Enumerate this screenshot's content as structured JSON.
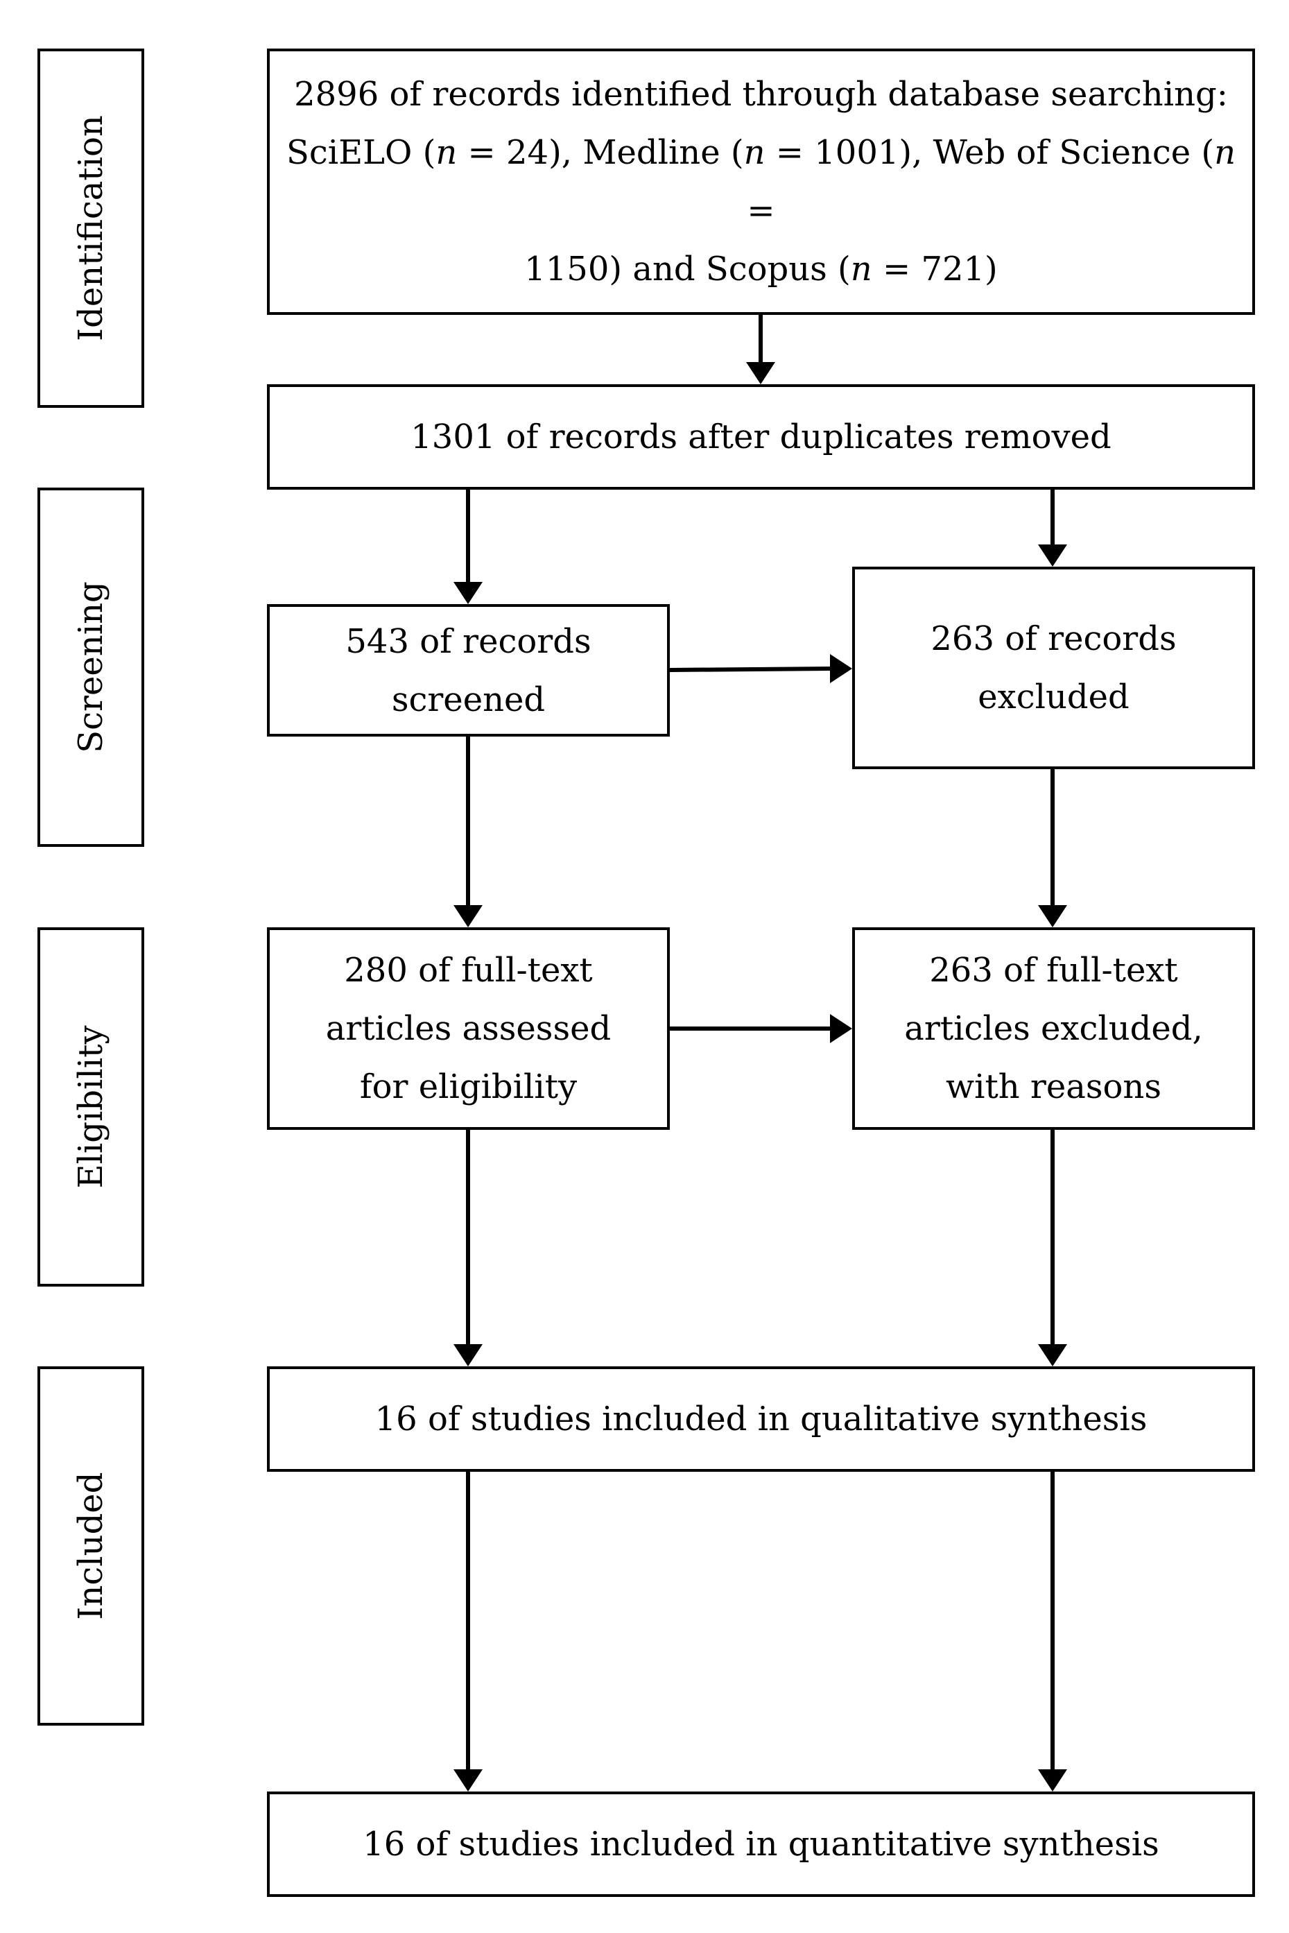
{
  "stages": {
    "identification": "Identification",
    "screening": "Screening",
    "eligibility": "Eligibility",
    "included": "Included"
  },
  "boxes": {
    "identified": {
      "line1": "2896 of records identified through database searching:",
      "line2a": "SciELO (",
      "n": "n",
      "line2b": " = 24), Medline (",
      "line2c": " = 1001), Web of Science (",
      "line2d": " =",
      "line3a": "1150) and  Scopus (",
      "line3b": " = 721)"
    },
    "after_duplicates": "1301 of records after duplicates removed",
    "screened": {
      "line1": "543 of records",
      "line2": "screened"
    },
    "excluded": {
      "line1": "263 of records",
      "line2": "excluded"
    },
    "assessed": {
      "line1": "280 of full-text",
      "line2": "articles assessed",
      "line3": "for eligibility"
    },
    "fulltext_excluded": {
      "line1": "263 of full-text",
      "line2": "articles excluded,",
      "line3": "with reasons"
    },
    "qualitative": "16 of studies included in qualitative synthesis",
    "quantitative": "16 of studies included in quantitative synthesis"
  },
  "colors": {
    "stroke": "#000000",
    "background": "#ffffff"
  }
}
